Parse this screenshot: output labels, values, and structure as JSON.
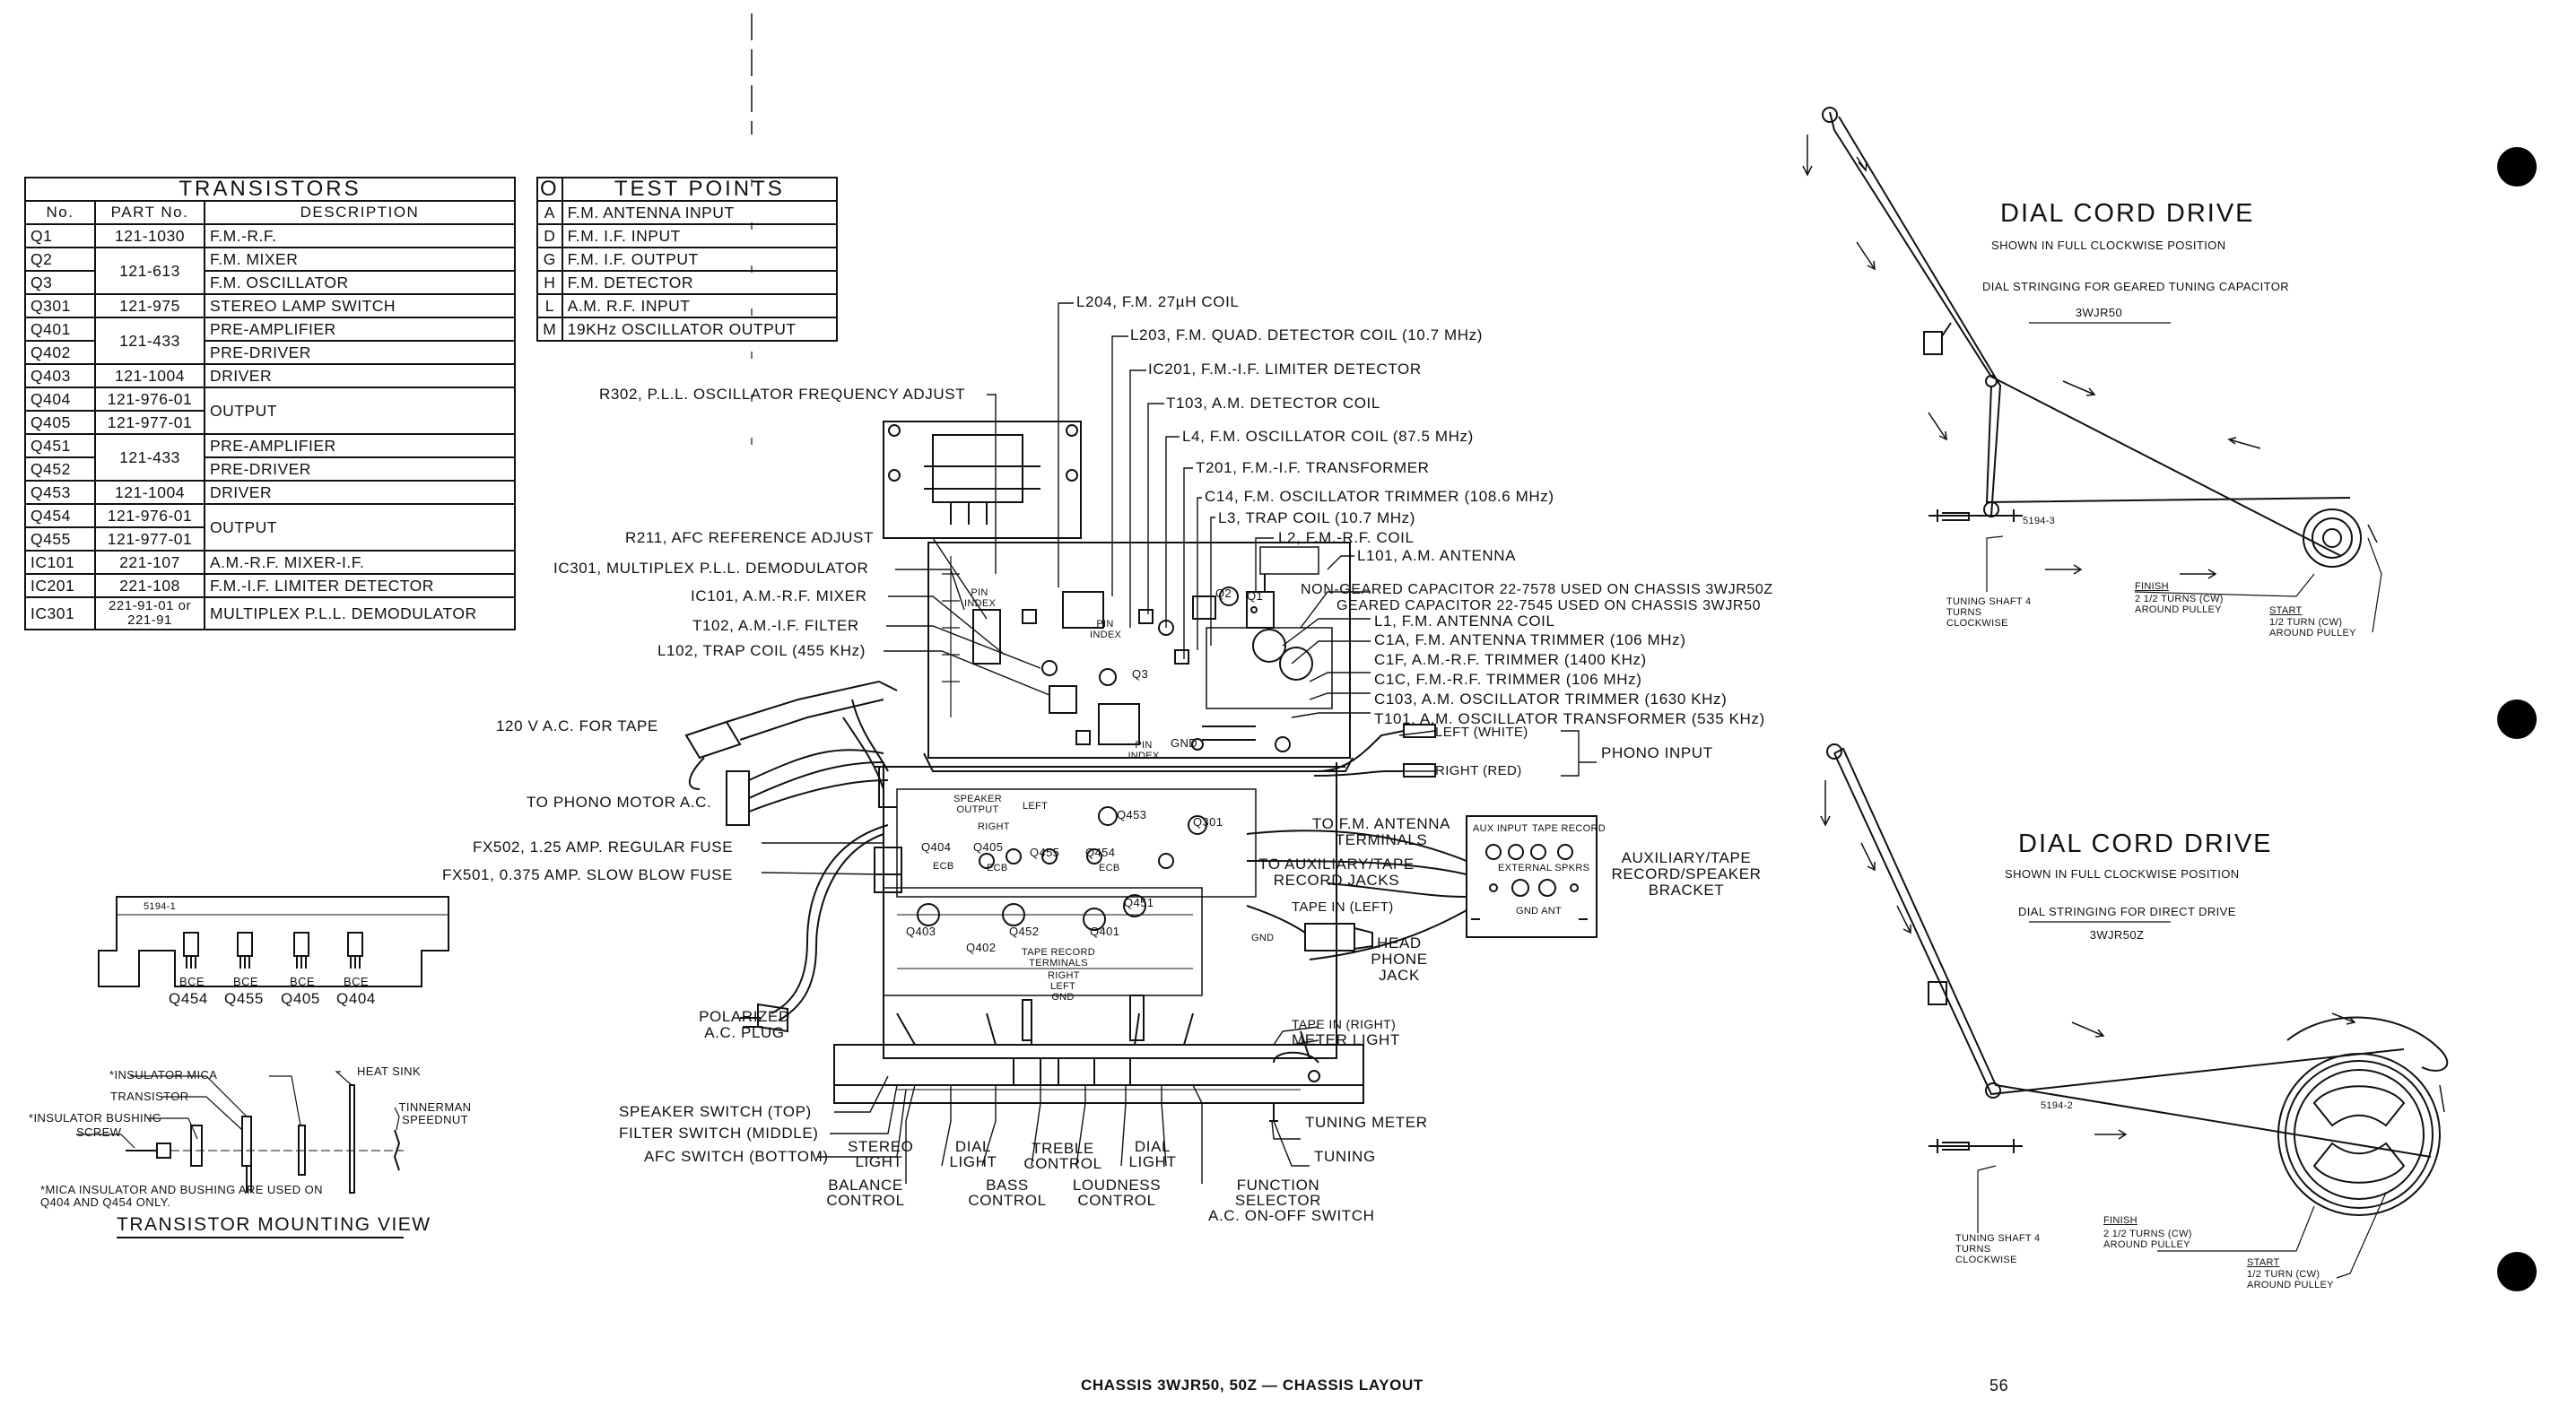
{
  "transistors": {
    "title": "TRANSISTORS",
    "headers": [
      "No.",
      "PART No.",
      "DESCRIPTION"
    ],
    "rows": [
      {
        "no": "Q1",
        "part": "121-1030",
        "desc": "F.M.-R.F."
      },
      {
        "no": "Q2",
        "part": "121-613",
        "desc": "F.M. MIXER"
      },
      {
        "no": "Q3",
        "part": "",
        "desc": "F.M. OSCILLATOR"
      },
      {
        "no": "Q301",
        "part": "121-975",
        "desc": "STEREO LAMP SWITCH"
      },
      {
        "no": "Q401",
        "part": "121-433",
        "desc": "PRE-AMPLIFIER"
      },
      {
        "no": "Q402",
        "part": "",
        "desc": "PRE-DRIVER"
      },
      {
        "no": "Q403",
        "part": "121-1004",
        "desc": "DRIVER"
      },
      {
        "no": "Q404",
        "part": "121-976-01",
        "desc": "OUTPUT"
      },
      {
        "no": "Q405",
        "part": "121-977-01",
        "desc": ""
      },
      {
        "no": "Q451",
        "part": "121-433",
        "desc": "PRE-AMPLIFIER"
      },
      {
        "no": "Q452",
        "part": "",
        "desc": "PRE-DRIVER"
      },
      {
        "no": "Q453",
        "part": "121-1004",
        "desc": "DRIVER"
      },
      {
        "no": "Q454",
        "part": "121-976-01",
        "desc": "OUTPUT"
      },
      {
        "no": "Q455",
        "part": "121-977-01",
        "desc": ""
      },
      {
        "no": "IC101",
        "part": "221-107",
        "desc": "A.M.-R.F. MIXER-I.F."
      },
      {
        "no": "IC201",
        "part": "221-108",
        "desc": "F.M.-I.F. LIMITER DETECTOR"
      },
      {
        "no": "IC301",
        "part": "221-91-01 or 221-91",
        "desc": "MULTIPLEX P.L.L. DEMODULATOR"
      }
    ]
  },
  "test_points": {
    "header_symbol": "O",
    "title": "TEST POINTS",
    "rows": [
      {
        "id": "A",
        "desc": "F.M. ANTENNA INPUT"
      },
      {
        "id": "D",
        "desc": "F.M. I.F. INPUT"
      },
      {
        "id": "G",
        "desc": "F.M. I.F. OUTPUT"
      },
      {
        "id": "H",
        "desc": "F.M. DETECTOR"
      },
      {
        "id": "L",
        "desc": "A.M. R.F. INPUT"
      },
      {
        "id": "M",
        "desc": "19KHz OSCILLATOR OUTPUT"
      }
    ]
  },
  "chassis_labels": {
    "l204": "L204, F.M. 27µH COIL",
    "l203": "L203, F.M. QUAD. DETECTOR COIL (10.7 MHz)",
    "ic201": "IC201, F.M.-I.F. LIMITER DETECTOR",
    "r302": "R302, P.L.L. OSCILLATOR FREQUENCY ADJUST",
    "t103": "T103, A.M. DETECTOR COIL",
    "l4": "L4, F.M. OSCILLATOR COIL (87.5 MHz)",
    "t201": "T201, F.M.-I.F. TRANSFORMER",
    "c14": "C14, F.M. OSCILLATOR TRIMMER (108.6 MHz)",
    "l3": "L3, TRAP COIL (10.7 MHz)",
    "r211": "R211, AFC REFERENCE ADJUST",
    "l2": "L2, F.M.-R.F. COIL",
    "l101": "L101, A.M. ANTENNA",
    "ic301": "IC301, MULTIPLEX P.L.L. DEMODULATOR",
    "nongeared": "NON-GEARED CAPACITOR 22-7578 USED ON CHASSIS 3WJR50Z",
    "geared": "GEARED CAPACITOR 22-7545 USED ON CHASSIS 3WJR50",
    "ic101": "IC101, A.M.-R.F. MIXER",
    "l1": "L1, F.M. ANTENNA COIL",
    "c1a": "C1A, F.M. ANTENNA TRIMMER (106 MHz)",
    "t102": "T102, A.M.-I.F. FILTER",
    "c1f": "C1F, A.M.-R.F. TRIMMER (1400 KHz)",
    "l102": "L102, TRAP COIL (455 KHz)",
    "c1c": "C1C, F.M.-R.F. TRIMMER (106 MHz)",
    "c103": "C103, A.M. OSCILLATOR TRIMMER (1630 KHz)",
    "t101": "T101, A.M. OSCILLATOR TRANSFORMER (535 KHz)",
    "tape120": "120 V A.C. FOR TAPE",
    "left_white": "LEFT (WHITE)",
    "phono_input": "PHONO INPUT",
    "right_red": "RIGHT (RED)",
    "phono_motor": "TO PHONO MOTOR A.C.",
    "fm_ant_terms": "TO F.M. ANTENNA TERMINALS",
    "aux_jacks": "TO AUXILIARY/TAPE RECORD JACKS",
    "aux_bracket": "AUXILIARY/TAPE RECORD/SPEAKER BRACKET",
    "fx502": "FX502, 1.25 AMP. REGULAR FUSE",
    "fx501": "FX501, 0.375 AMP. SLOW BLOW FUSE",
    "tape_in_left": "TAPE IN (LEFT)",
    "headphone": "HEAD PHONE JACK",
    "polarized": "POLARIZED A.C. PLUG",
    "tape_in_right": "TAPE IN (RIGHT)",
    "meter_light": "METER LIGHT",
    "speaker_switch": "SPEAKER SWITCH (TOP)",
    "filter_switch": "FILTER SWITCH (MIDDLE)",
    "afc_switch": "AFC SWITCH (BOTTOM)",
    "tuning_meter": "TUNING METER",
    "tuning": "TUNING",
    "stereo_light": "STEREO LIGHT",
    "dial_light_1": "DIAL LIGHT",
    "treble": "TREBLE CONTROL",
    "dial_light_2": "DIAL LIGHT",
    "balance": "BALANCE CONTROL",
    "bass": "BASS CONTROL",
    "loudness": "LOUDNESS CONTROL",
    "function": "FUNCTION SELECTOR",
    "acswitch": "A.C. ON-OFF SWITCH"
  },
  "board_labels": {
    "pin_index": "PIN INDEX",
    "speaker_output": "SPEAKER OUTPUT",
    "left": "LEFT",
    "right": "RIGHT",
    "q453": "Q453",
    "q301": "Q301",
    "q404": "Q404",
    "q405": "Q405",
    "q455": "Q455",
    "q454": "Q454",
    "q451": "Q451",
    "q403": "Q403",
    "q452": "Q452",
    "q401": "Q401",
    "q402": "Q402",
    "q1": "Q1",
    "q2": "Q2",
    "q3": "Q3",
    "tape_record_terms": "TAPE RECORD TERMINALS",
    "right_left_gnd": "RIGHT LEFT GND",
    "gnd": "GND",
    "ecb": "ECB",
    "bce": "BCE",
    "aux_input": "AUX INPUT",
    "tape_record": "TAPE RECORD",
    "external_spkrs": "EXTERNAL SPKRS",
    "gnd_ant": "GND ANT"
  },
  "heatsink": {
    "part_code": "5194-1",
    "bce": "BCE",
    "labels": [
      "Q454",
      "Q455",
      "Q405",
      "Q404"
    ]
  },
  "mounting": {
    "insulator_mica": "*INSULATOR MICA",
    "transistor": "TRANSISTOR",
    "insulator_bushing": "*INSULATOR BUSHING",
    "screw": "SCREW",
    "heat_sink": "HEAT SINK",
    "tinnerman": "TINNERMAN SPEEDNUT",
    "note": "*MICA INSULATOR AND BUSHING ARE USED ON Q404 AND Q454 ONLY.",
    "title": "TRANSISTOR MOUNTING VIEW"
  },
  "dial1": {
    "title": "DIAL CORD DRIVE",
    "subtitle": "SHOWN IN FULL CLOCKWISE POSITION",
    "stringing": "DIAL STRINGING FOR GEARED TUNING CAPACITOR",
    "model": "3WJR50",
    "tuning_shaft": "TUNING SHAFT 4 TURNS CLOCKWISE",
    "finish": "FINISH",
    "finish_turns": "2 1/2 TURNS (CW) AROUND PULLEY",
    "start": "START",
    "start_turns": "1/2 TURN (CW) AROUND PULLEY",
    "code": "5194-3"
  },
  "dial2": {
    "title": "DIAL CORD DRIVE",
    "subtitle": "SHOWN IN FULL CLOCKWISE POSITION",
    "stringing": "DIAL STRINGING FOR DIRECT DRIVE",
    "model": "3WJR50Z",
    "tuning_shaft": "TUNING SHAFT 4 TURNS CLOCKWISE",
    "finish": "FINISH",
    "finish_turns": "2 1/2 TURNS (CW) AROUND PULLEY",
    "start": "START",
    "start_turns": "1/2 TURN (CW) AROUND PULLEY",
    "code": "5194-2"
  },
  "footer": {
    "caption": "CHASSIS 3WJR50, 50Z — CHASSIS LAYOUT",
    "page": "56"
  }
}
